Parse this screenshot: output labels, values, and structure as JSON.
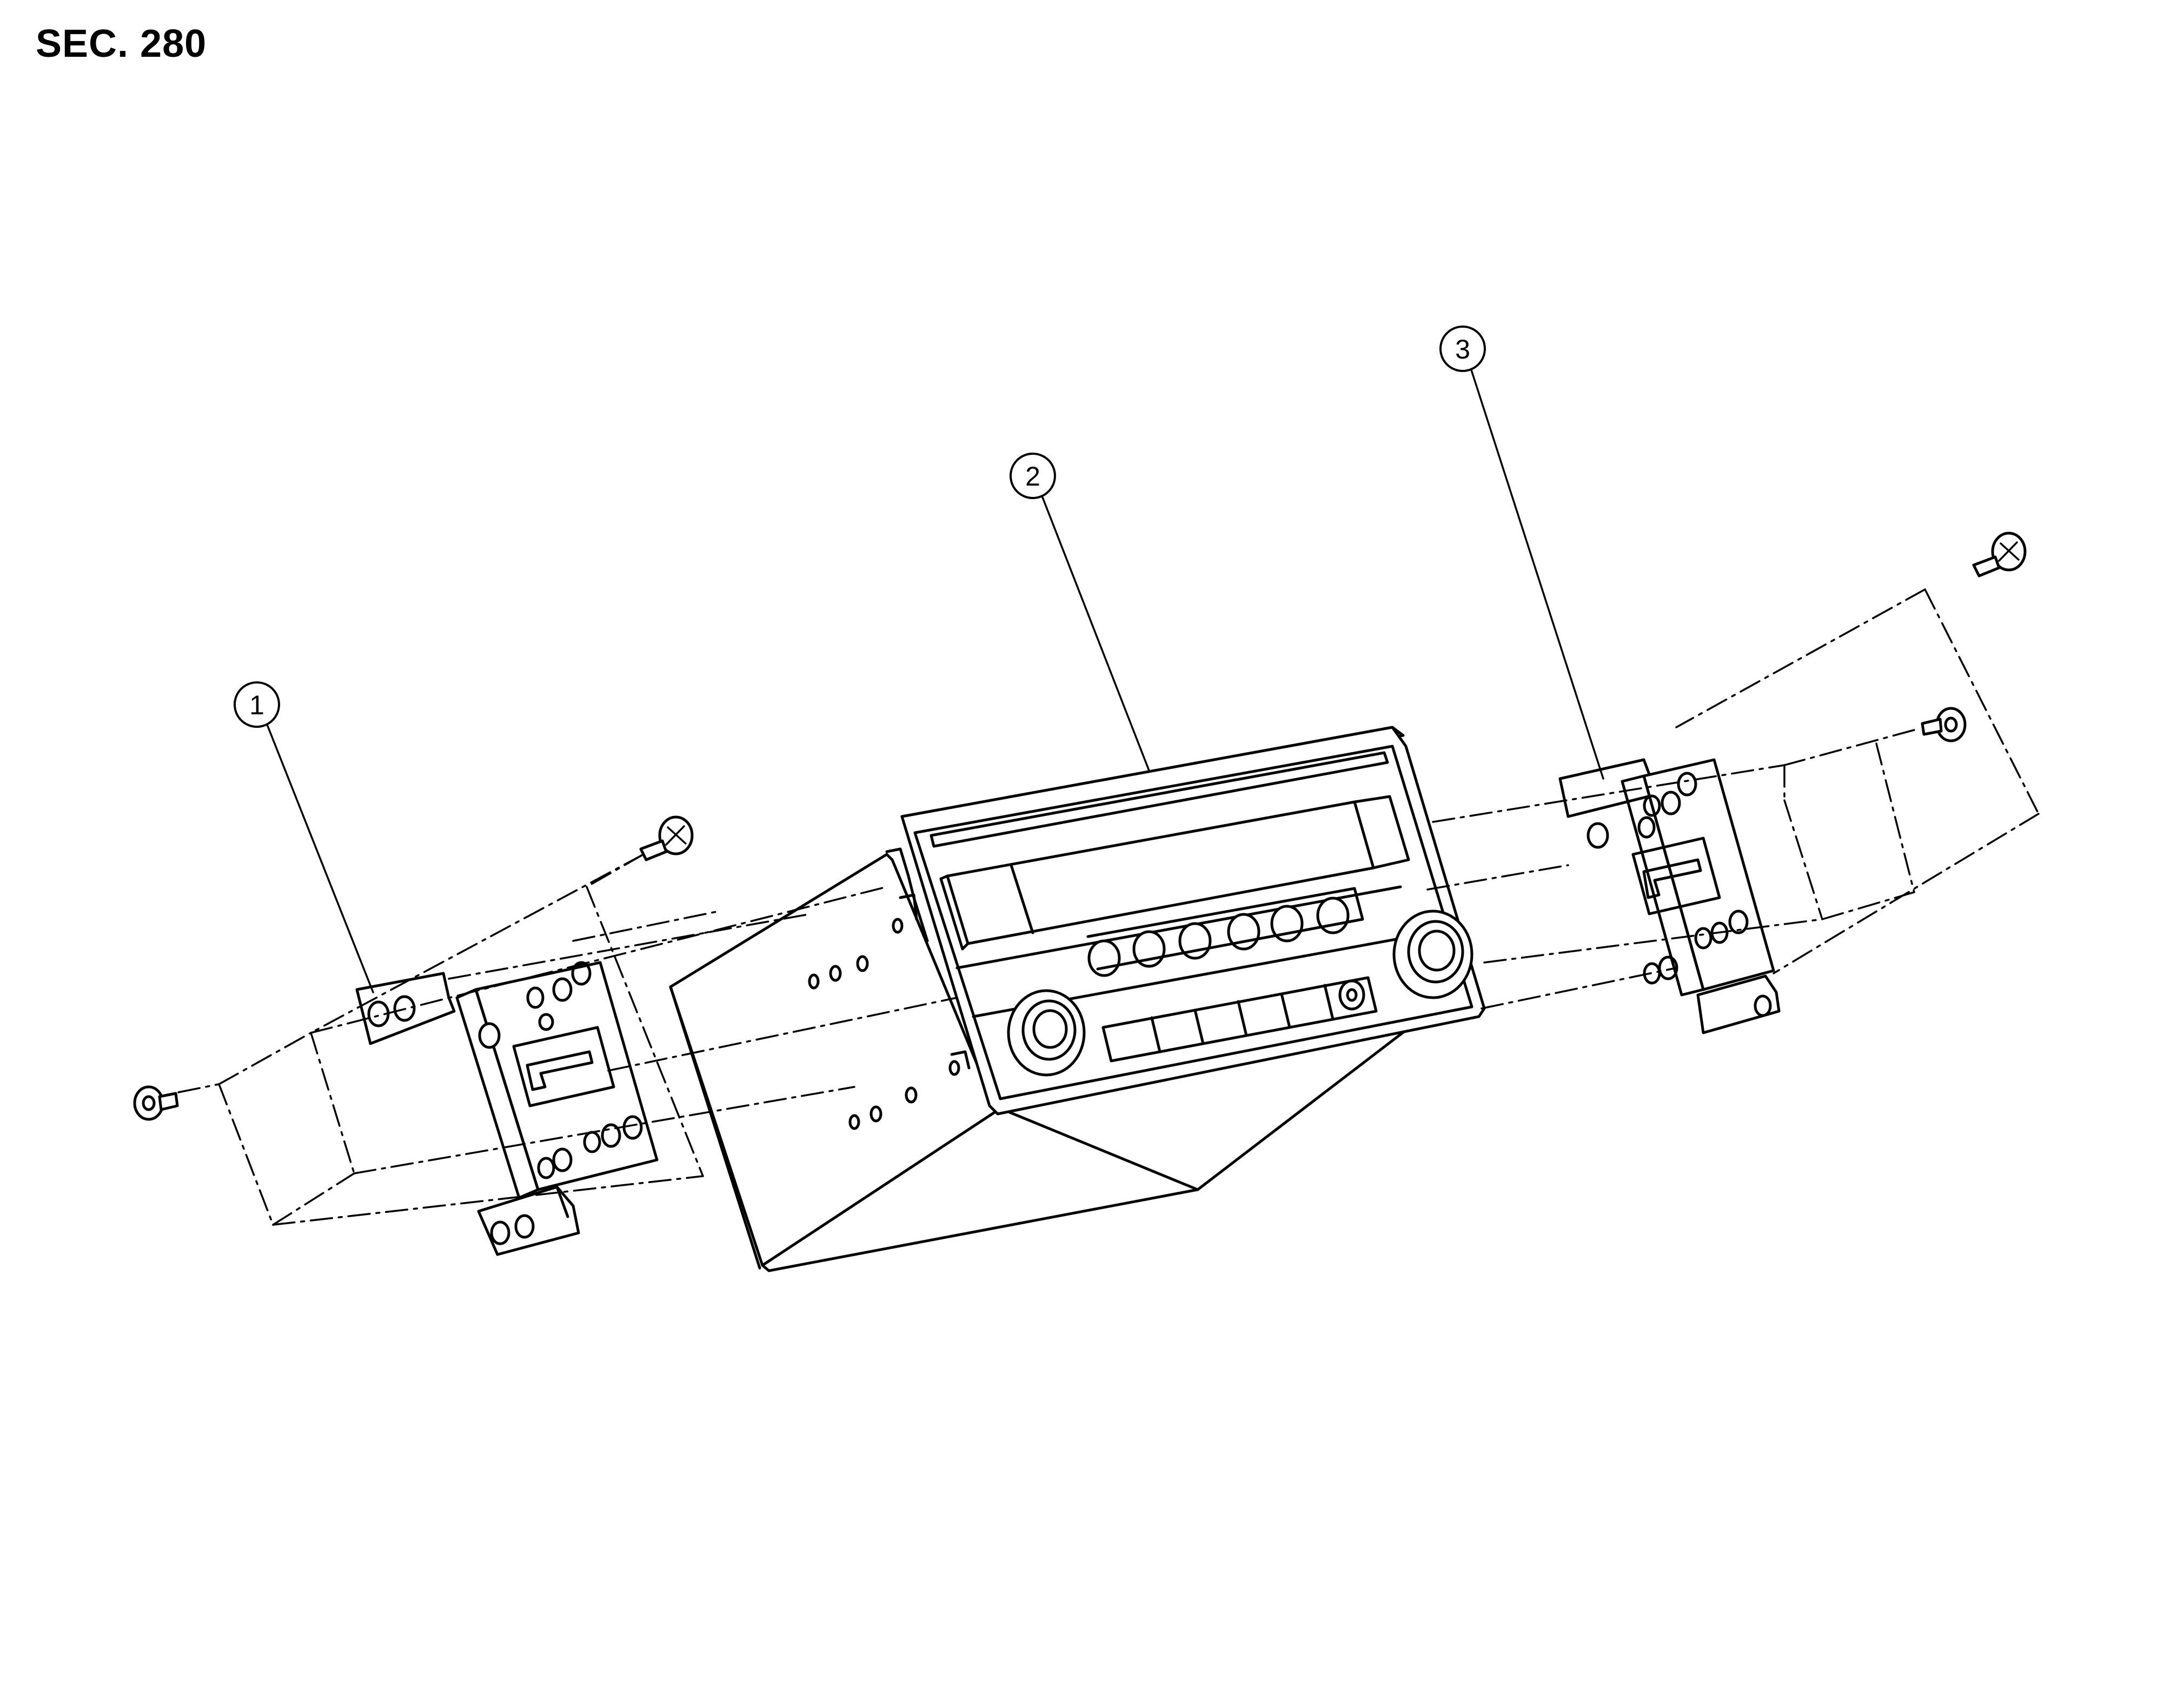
{
  "section_label": "SEC. 280",
  "callouts": [
    {
      "id": "1",
      "label": "1"
    },
    {
      "id": "2",
      "label": "2"
    },
    {
      "id": "3",
      "label": "3"
    }
  ],
  "colors": {
    "line": "#000000",
    "background": "#ffffff"
  }
}
